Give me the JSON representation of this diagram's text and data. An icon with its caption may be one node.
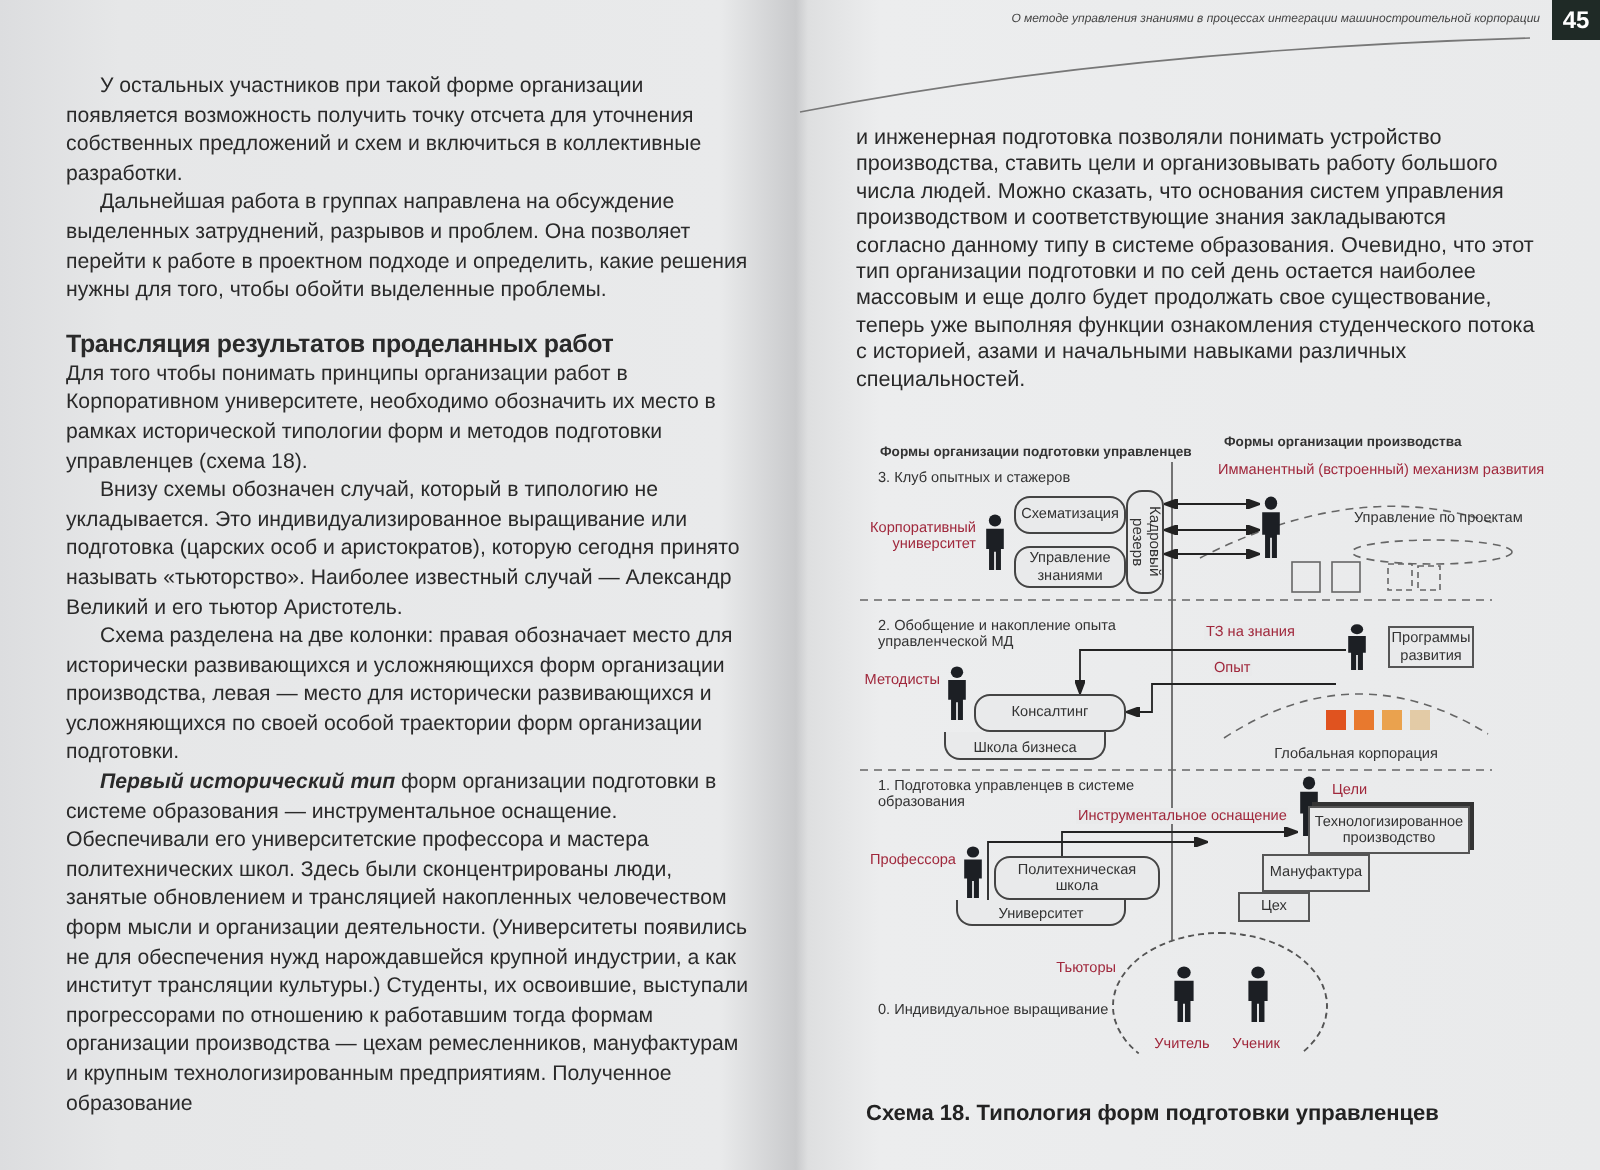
{
  "diagram": {
    "caption": "Схема 18. Типология форм подготовки управленцев",
    "nodes": [
      {
        "text": [
          "Схематизация"
        ]
      },
      {
        "text": [
          "Управление знаниями"
        ]
      },
      {
        "text": [
          "Кадровый резерв"
        ]
      },
      {
        "text": [],
        "shape": "person",
        "beside": [
          "Корпоративный университет"
        ]
      },
      {
        "text": [],
        "shape": "person"
      },
      {
        "text": [],
        "shape": "person"
      },
      {
        "text": [
          "Программы развития"
        ]
      },
      {
        "text": [],
        "shape": "person",
        "beside": [
          "Методисты"
        ]
      },
      {
        "text": [
          "Консалтинг"
        ]
      },
      {
        "text": [
          "Школа бизнеса"
        ]
      },
      {
        "text": [
          "Глобальная корпорация"
        ]
      },
      {
        "text": [],
        "shape": "person",
        "beside": [
          "Цели"
        ]
      },
      {
        "text": [
          "Технологизированное производство"
        ]
      },
      {
        "text": [],
        "shape": "person",
        "beside": [
          "Профессора"
        ]
      },
      {
        "text": [
          "Политехническая школа"
        ]
      },
      {
        "text": [
          "Университет"
        ]
      },
      {
        "text": [
          "Мануфактура"
        ]
      },
      {
        "text": [
          "Цех"
        ]
      },
      {
        "text": [],
        "shape": "circle",
        "beside": [
          "Тьюторы"
        ]
      },
      {
        "text": [],
        "shape": "person",
        "in": 18,
        "beside": [
          "Учитель"
        ]
      },
      {
        "text": [],
        "shape": "person",
        "in": 18,
        "beside": [
          "Ученик"
        ]
      }
    ],
    "edges": [
      {
        "from": 2,
        "to": 4,
        "arrow": "both"
      },
      {
        "from": 2,
        "to": 4,
        "arrow": "both"
      },
      {
        "from": 2,
        "to": 4,
        "arrow": "both"
      },
      {
        "from": 5,
        "to": 8,
        "arrow": "to",
        "label": "ТЗ на знания"
      },
      {
        "from": 10,
        "to": 8,
        "arrow": "to",
        "label": "Опыт"
      },
      {
        "from": 14,
        "to": 11,
        "arrow": "to",
        "label": "Инструментальное оснащение"
      },
      {
        "from": 15,
        "to": null,
        "arrow": "to"
      }
    ],
    "labels": [
      "О методе управления знаниями в процессах интеграции машиностроительной корпорации",
      "45",
      "У остальных участников при такой форме организации появляется возможность получить точку отсчета для уточнения собственных предложений и схем и включиться в коллективные разработки.",
      "Дальнейшая работа в группах направлена на обсуждение выделенных затруднений, разрывов и проблем. Она позволяет перейти к работе в проектном подходе и определить, какие решения нужны для того, чтобы обойти выделенные проблемы.",
      "Трансляция результатов проделанных работ",
      "Для того чтобы понимать принципы организации работ в Корпоративном университете, необходимо обозначить их место в рамках исторической типологии форм и методов подготовки управленцев (схема 18).",
      "Внизу схемы обозначен случай, который в типологию не укладывается. Это индивидуализированное выращивание или подготовка (царских особ и аристократов), которую сегодня принято называть «тьюторство». Наиболее известный случай — Александр Великий и его тьютор Аристотель.",
      "Схема разделена на две колонки: правая обозначает место для исторически развивающихся и усложняющихся форм организации производства, левая — место для исторически развивающихся и усложняющихся по своей особой траектории форм организации подготовки.",
      "**Первый исторический тип** форм организации подготовки в системе образования — инструментальное оснащение. Обеспечивали его университетские профессора и мастера политехнических школ. Здесь были сконцентрированы люди, занятые обновлением и трансляцией накопленных человечеством форм мысли и организации деятельности. (Университеты появились не для обеспечения нужд нарождавшейся крупной индустрии, а как институт трансляции культуры.) Студенты, их освоившие, выступали прогрессорами по отношению к работавшим тогда формам организации производства — цехам ремесленников, мануфактурам и крупным технологизированным предприятиям. Полученное образование",
      "и инженерная подготовка позволяли понимать устройство производства, ставить цели и организовывать работу большого числа людей. Можно сказать, что основания систем управления производством и соответствующие знания закладываются согласно данному типу в системе образования. Очевидно, что этот тип организации подготовки и по сей день остается наиболее массовым и еще долго будет продолжать свое существование, теперь уже выполняя функции ознакомления студенческого потока с историей, азами и начальными навыками различных специальностей.",
      "Формы организации подготовки управленцев",
      "Формы организации производства",
      "3. Клуб опытных и стажеров",
      "Имманентный (встроенный) механизм развития",
      "Управление по проектам",
      "2. Обобщение и накопление опыта управленческой МД",
      "1. Подготовка управленцев в системе образования",
      "0. Индивидуальное выращивание"
    ]
  }
}
